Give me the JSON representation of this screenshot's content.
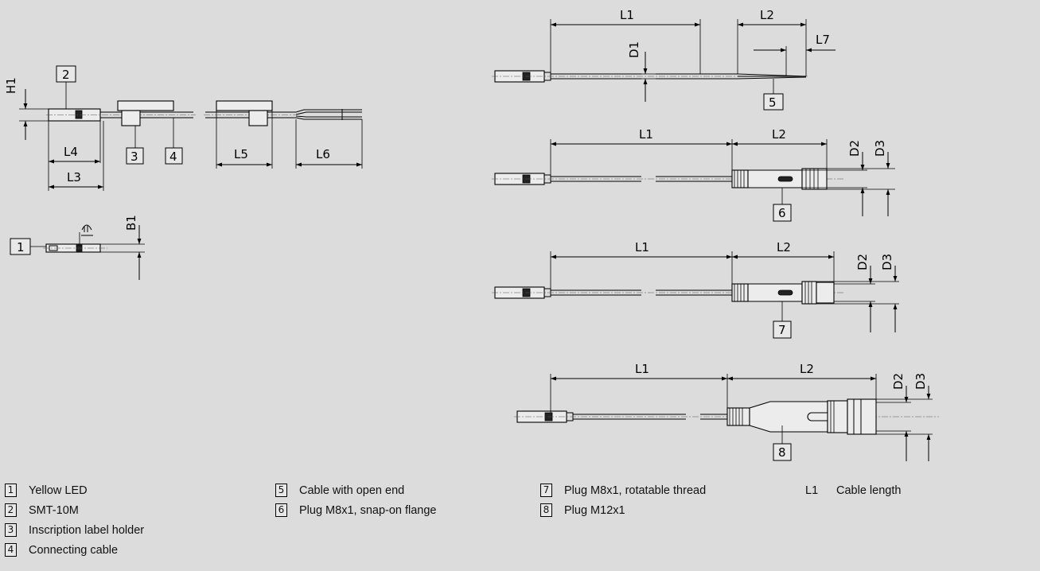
{
  "dims": {
    "L1": "L1",
    "L2": "L2",
    "L3": "L3",
    "L4": "L4",
    "L5": "L5",
    "L6": "L6",
    "L7": "L7",
    "D1": "D1",
    "D2": "D2",
    "D3": "D3",
    "H1": "H1",
    "B1": "B1"
  },
  "callouts": [
    "1",
    "2",
    "3",
    "4",
    "5",
    "6",
    "7",
    "8"
  ],
  "legend": {
    "col1": [
      {
        "num": "1",
        "text": "Yellow LED"
      },
      {
        "num": "2",
        "text": "SMT-10M"
      },
      {
        "num": "3",
        "text": "Inscription label holder"
      },
      {
        "num": "4",
        "text": "Connecting cable"
      }
    ],
    "col2": [
      {
        "num": "5",
        "text": "Cable with open end"
      },
      {
        "num": "6",
        "text": "Plug M8x1, snap-on flange"
      }
    ],
    "col3": [
      {
        "num": "7",
        "text": "Plug M8x1, rotatable thread"
      },
      {
        "num": "8",
        "text": "Plug M12x1"
      }
    ],
    "col4": [
      {
        "sym": "L1",
        "text": "Cable length"
      }
    ]
  }
}
